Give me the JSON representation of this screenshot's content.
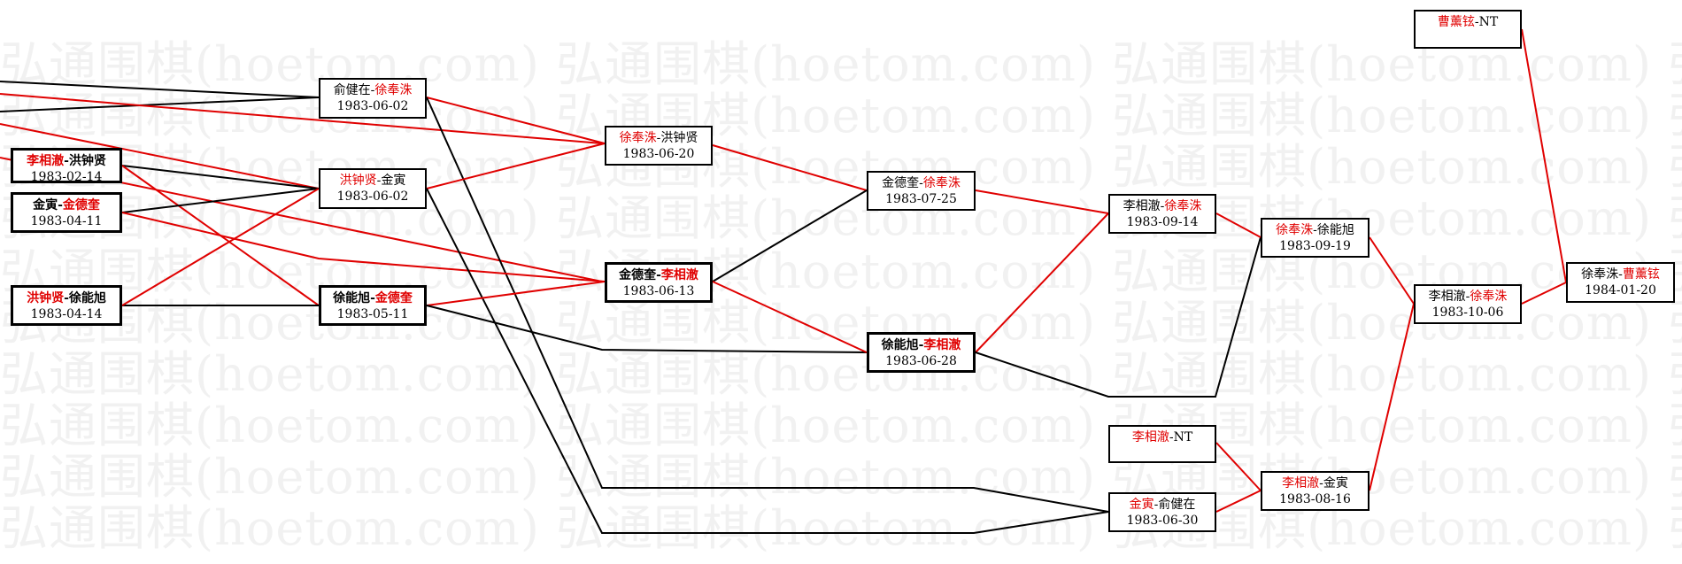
{
  "watermark": {
    "text": "弘通围棋(hoetom.com) 弘通围棋(hoetom.com) 弘通围棋(hoetom.com) 弘通围棋(hoetom.com)"
  },
  "colors": {
    "winner": "#e00000",
    "loser": "#000000",
    "win_edge": "#e00000",
    "loss_edge": "#000000"
  },
  "nodes": [
    {
      "id": "n_yu_xu",
      "p1": "俞健在",
      "p2": "徐奉洙",
      "winner": 2,
      "date": "1983-06-02",
      "bold": false
    },
    {
      "id": "n_li_hong",
      "p1": "李相澈",
      "p2": "洪钟贤",
      "winner": 1,
      "date": "1983-02-14",
      "bold": true
    },
    {
      "id": "n_jin_jin",
      "p1": "金寅",
      "p2": "金德奎",
      "winner": 2,
      "date": "1983-04-11",
      "bold": true
    },
    {
      "id": "n_hong_jin",
      "p1": "洪钟贤",
      "p2": "金寅",
      "winner": 1,
      "date": "1983-06-02",
      "bold": false
    },
    {
      "id": "n_hong_xu",
      "p1": "洪钟贤",
      "p2": "徐能旭",
      "winner": 1,
      "date": "1983-04-14",
      "bold": true
    },
    {
      "id": "n_xuneng_jin",
      "p1": "徐能旭",
      "p2": "金德奎",
      "winner": 2,
      "date": "1983-05-11",
      "bold": true
    },
    {
      "id": "n_xu_hong",
      "p1": "徐奉洙",
      "p2": "洪钟贤",
      "winner": 1,
      "date": "1983-06-20",
      "bold": false
    },
    {
      "id": "n_jin_li",
      "p1": "金德奎",
      "p2": "李相澈",
      "winner": 2,
      "date": "1983-06-13",
      "bold": true
    },
    {
      "id": "n_jinde_xu",
      "p1": "金德奎",
      "p2": "徐奉洙",
      "winner": 2,
      "date": "1983-07-25",
      "bold": false
    },
    {
      "id": "n_xuneng_li",
      "p1": "徐能旭",
      "p2": "李相澈",
      "winner": 2,
      "date": "1983-06-28",
      "bold": true
    },
    {
      "id": "n_li_xu_0914",
      "p1": "李相澈",
      "p2": "徐奉洙",
      "winner": 2,
      "date": "1983-09-14",
      "bold": false
    },
    {
      "id": "n_xu_xuneng",
      "p1": "徐奉洙",
      "p2": "徐能旭",
      "winner": 1,
      "date": "1983-09-19",
      "bold": false
    },
    {
      "id": "n_li_nt",
      "p1": "李相澈",
      "p2": "NT",
      "winner": 1,
      "date": "",
      "bold": false
    },
    {
      "id": "n_jin_yu",
      "p1": "金寅",
      "p2": "俞健在",
      "winner": 1,
      "date": "1983-06-30",
      "bold": false
    },
    {
      "id": "n_li_jin",
      "p1": "李相澈",
      "p2": "金寅",
      "winner": 1,
      "date": "1983-08-16",
      "bold": false
    },
    {
      "id": "n_li_xu_1006",
      "p1": "李相澈",
      "p2": "徐奉洙",
      "winner": 2,
      "date": "1983-10-06",
      "bold": false
    },
    {
      "id": "n_cao_nt",
      "p1": "曹薰铉",
      "p2": "NT",
      "winner": 1,
      "date": "",
      "bold": false
    },
    {
      "id": "n_final",
      "p1": "徐奉洙",
      "p2": "曹薰铉",
      "winner": 2,
      "date": "1984-01-20",
      "bold": false
    }
  ]
}
